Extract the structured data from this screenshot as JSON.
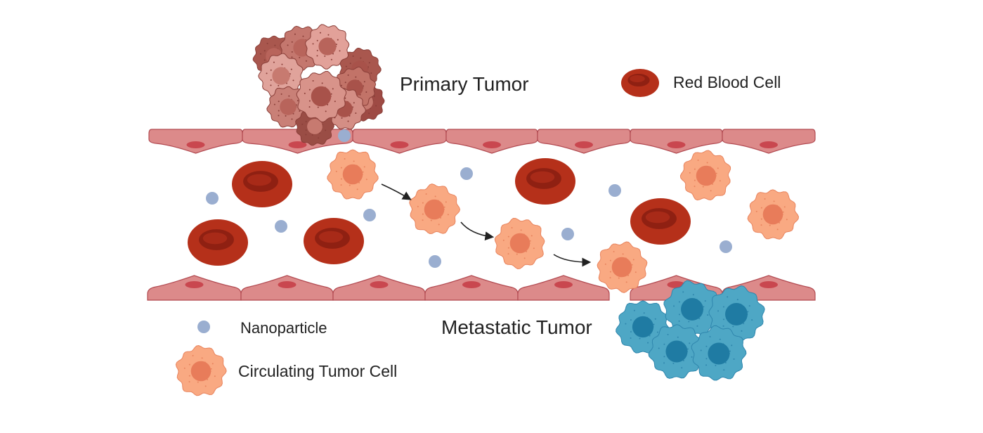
{
  "labels": {
    "primary_tumor": "Primary Tumor",
    "red_blood_cell": "Red Blood Cell",
    "nanoparticle": "Nanoparticle",
    "metastatic_tumor": "Metastatic Tumor",
    "circulating_tumor_cell": "Circulating Tumor Cell"
  },
  "colors": {
    "endothelium": "#dc8a8a",
    "endothelium_nucleus": "#c9474f",
    "rbc": "#b5301a",
    "ctc": "#f9a982",
    "ctc_nucleus": "#e87c5a",
    "nanoparticle": "#9aaed0",
    "metastatic": "#4ea7c5",
    "metastatic_nucleus": "#1f7ba3"
  }
}
